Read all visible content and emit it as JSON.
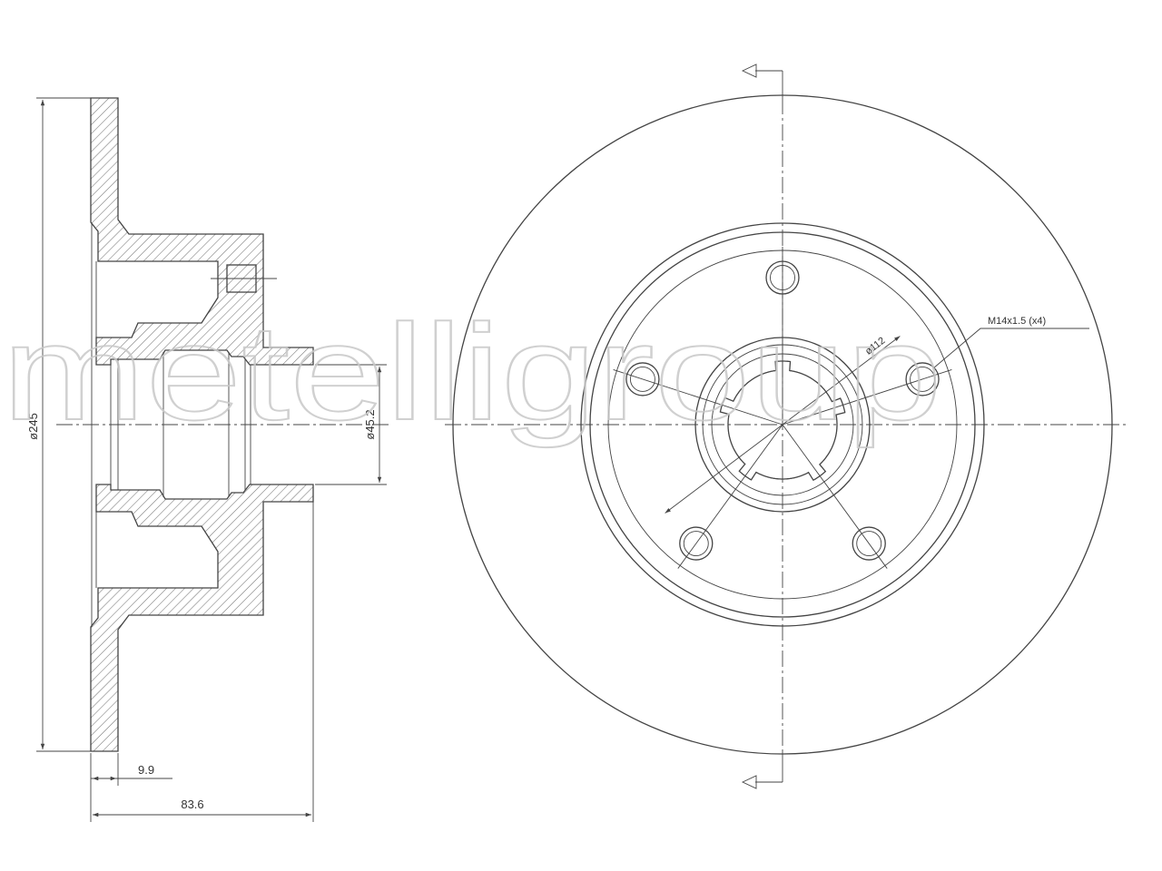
{
  "drawing": {
    "watermark": "metelligroup",
    "dimensions": {
      "outer_diameter": "ø245",
      "disc_thickness": "9.9",
      "overall_height": "83.6",
      "center_bore": "ø45.2",
      "bolt_circle": "ø112",
      "thread": "M14x1.5 (x4)"
    }
  },
  "colors": {
    "line": "#444444",
    "hatch": "#777777",
    "watermark": "#c8c8c8"
  }
}
